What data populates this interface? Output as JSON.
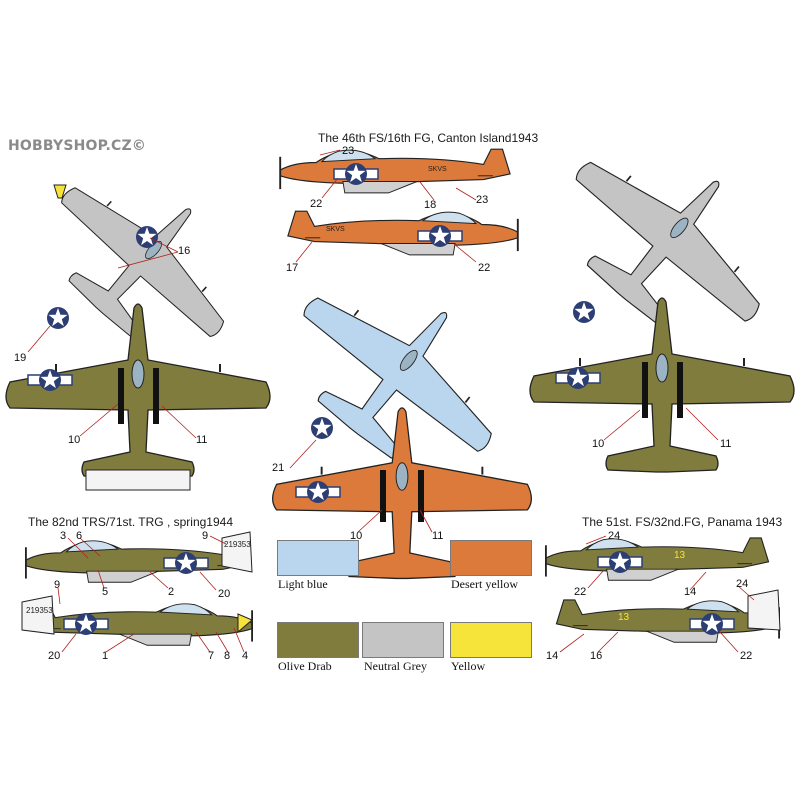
{
  "brand": "HOBBYSHOP.CZ©",
  "titles": {
    "t46": "The 46th FS/16th FG, Canton Island1943",
    "t82": "The 82nd TRS/71st. TRG , spring1944",
    "t51": "The 51st. FS/32nd.FG, Panama 1943"
  },
  "colors": {
    "light_blue": "#b9d6ee",
    "desert_yellow": "#db7a3a",
    "olive_drab": "#7f7c3e",
    "neutral_grey": "#c4c4c4",
    "yellow": "#f7e43a",
    "white": "#f4f4f4",
    "dark": "#222222",
    "roundel_blue": "#2c3e73",
    "stripe_red": "#b8322a"
  },
  "swatches": [
    {
      "label": "Light blue",
      "color": "#b9d6ee"
    },
    {
      "label": "Desert yellow",
      "color": "#db7a3a"
    },
    {
      "label": "Olive Drab",
      "color": "#7f7c3e"
    },
    {
      "label": "Neutral Grey",
      "color": "#c4c4c4"
    },
    {
      "label": "Yellow",
      "color": "#f7e43a"
    }
  ],
  "callouts": {
    "c16": "16",
    "c19": "19",
    "c10a": "10",
    "c11a": "11",
    "c23a": "23",
    "c22a": "22",
    "c18": "18",
    "c23b": "23",
    "c17": "17",
    "c22b": "22",
    "c21": "21",
    "c10b": "10",
    "c11b": "11",
    "c10c": "10",
    "c11c": "11",
    "c3": "3",
    "c6": "6",
    "c5": "5",
    "c2": "2",
    "c9a": "9",
    "c20a": "20",
    "c9b": "9",
    "c20b": "20",
    "c1": "1",
    "c7": "7",
    "c8": "8",
    "c4": "4",
    "c24a": "24",
    "c22c": "22",
    "c14a": "14",
    "c24b": "24",
    "c14b": "14",
    "c16b": "16",
    "c22d": "22"
  },
  "markings": {
    "serial_a": "219353",
    "serial_b": "219353",
    "code_46": "SKVS",
    "code_46b": "SKVS",
    "num_13a": "13",
    "num_13b": "13"
  }
}
